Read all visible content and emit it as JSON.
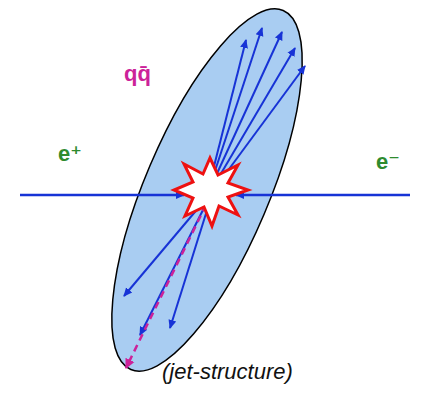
{
  "diagram": {
    "labels": [
      "e⁺",
      "qq̄",
      "e⁻",
      "(jet-structure)"
    ]
  }
}
